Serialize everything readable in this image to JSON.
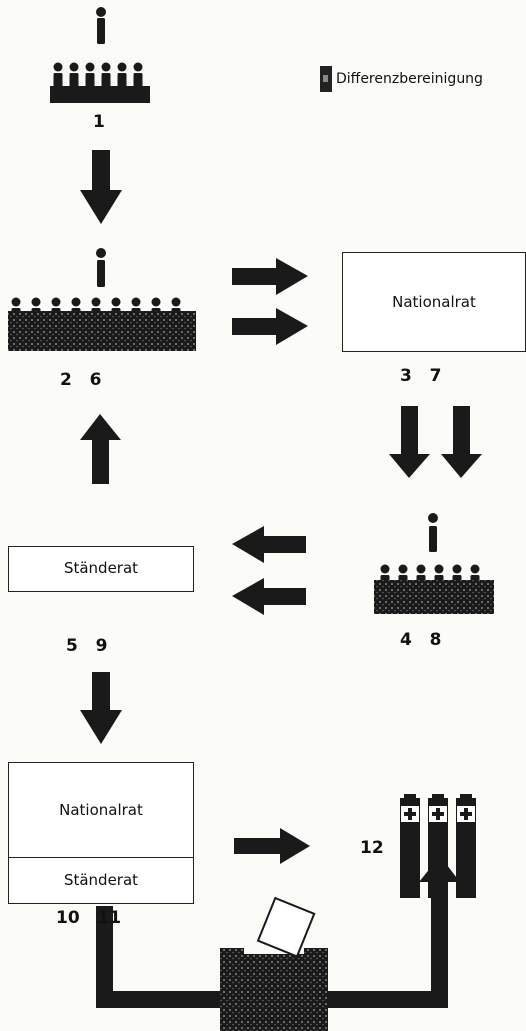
{
  "legend": {
    "label": "Differenzbereinigung"
  },
  "nodes": {
    "step1": "1",
    "council_left": "2   6",
    "nationalrat_top": "Nationalrat",
    "nationalrat_top_nums": "3   7",
    "council_right": "4   8",
    "staenderat_mid": "Ständerat",
    "staenderat_mid_nums": "5   9",
    "combined_nationalrat": "Nationalrat",
    "combined_staenderat": "Ständerat",
    "combined_nums": "10   11",
    "step12": "12"
  },
  "colors": {
    "ink": "#1a1a1a",
    "paper": "#fbfbf8",
    "speckle": "#777777"
  }
}
